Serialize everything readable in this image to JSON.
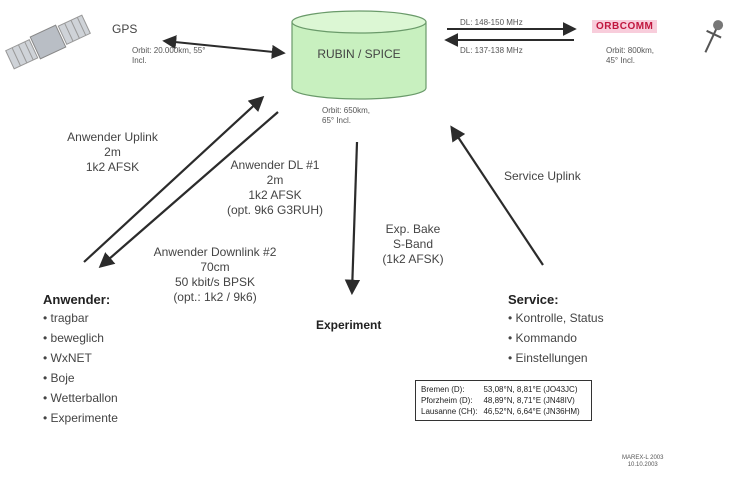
{
  "gps": {
    "label": "GPS",
    "orbit": "Orbit: 20.000km, 55° Incl."
  },
  "center": {
    "name": "RUBIN / SPICE",
    "orbit": "Orbit: 650km, 65° Incl."
  },
  "orbcomm": {
    "name": "ORBCOMM",
    "orbit": "Orbit: 800km, 45° Incl."
  },
  "links": {
    "dl_top": "DL: 148-150 MHz",
    "dl_bottom": "DL: 137-138 MHz",
    "user_uplink": [
      "Anwender Uplink",
      "2m",
      "1k2 AFSK"
    ],
    "user_dl1": [
      "Anwender DL #1",
      "2m",
      "1k2 AFSK",
      "(opt. 9k6 G3RUH)"
    ],
    "user_dl2": [
      "Anwender Downlink #2",
      "70cm",
      "50 kbit/s BPSK",
      "(opt.: 1k2 / 9k6)"
    ],
    "beacon": [
      "Exp. Bake",
      "S-Band",
      "(1k2 AFSK)"
    ],
    "service_uplink": "Service Uplink"
  },
  "users": {
    "title": "Anwender:",
    "items": [
      "tragbar",
      "beweglich",
      "WxNET",
      "Boje",
      "Wetterballon",
      "Experimente"
    ]
  },
  "experiment": {
    "label": "Experiment"
  },
  "service": {
    "title": "Service:",
    "items": [
      "Kontrolle, Status",
      "Kommando",
      "Einstellungen"
    ]
  },
  "stations": [
    {
      "name": "Bremen (D):",
      "coords": "53,08°N, 8,81°E (JO43JC)"
    },
    {
      "name": "Pforzheim (D):",
      "coords": "48,89°N, 8,71°E (JN48IV)"
    },
    {
      "name": "Lausanne (CH):",
      "coords": "46,52°N, 6,64°E (JN36HM)"
    }
  ],
  "footer": {
    "line1": "MAREX-L 2003",
    "line2": "10.10.2003"
  },
  "colors": {
    "cylinder_fill": "#c8f0bf",
    "cylinder_stroke": "#6a9a6a",
    "arrow": "#2b2b2b",
    "orbcomm_bg": "#f8cddb"
  }
}
